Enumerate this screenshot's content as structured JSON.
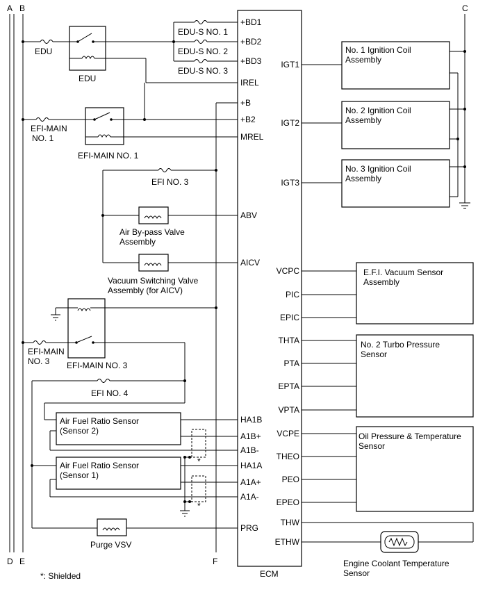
{
  "rails": {
    "a": "A",
    "b": "B",
    "c": "C",
    "d": "D",
    "e": "E",
    "f": "F"
  },
  "ecm": {
    "label": "ECM",
    "left_pins": [
      "+BD1",
      "+BD2",
      "+BD3",
      "IREL",
      "+B",
      "+B2",
      "MREL",
      "ABV",
      "AICV",
      "HA1B",
      "A1B+",
      "A1B-",
      "HA1A",
      "A1A+",
      "A1A-",
      "PRG"
    ],
    "right_pins": [
      "IGT1",
      "IGT2",
      "IGT3",
      "VCPC",
      "PIC",
      "EPIC",
      "THTA",
      "PTA",
      "EPTA",
      "VPTA",
      "VCPE",
      "THEO",
      "PEO",
      "EPEO",
      "THW",
      "ETHW"
    ]
  },
  "fuses": {
    "edu": "EDU",
    "efi_main_1": "EFI-MAIN\nNO. 1",
    "efi_main_3": "EFI-MAIN\nNO. 3",
    "efi_no_3": "EFI NO. 3",
    "efi_no_4": "EFI NO. 4",
    "edus_1": "EDU-S NO. 1",
    "edus_2": "EDU-S NO. 2",
    "edus_3": "EDU-S NO. 3"
  },
  "relays": {
    "edu": "EDU",
    "efi_main_1": "EFI-MAIN NO. 1",
    "efi_main_3": "EFI-MAIN NO. 3"
  },
  "components": {
    "air_bypass": "Air By-pass Valve\nAssembly",
    "vsv_aicv": "Vacuum Switching Valve\nAssembly (for AICV)",
    "afr_2": "Air Fuel Ratio Sensor\n(Sensor 2)",
    "afr_1": "Air Fuel Ratio Sensor\n(Sensor 1)",
    "purge_vsv": "Purge VSV",
    "coil_1": "No. 1 Ignition Coil\nAssembly",
    "coil_2": "No. 2 Ignition Coil\nAssembly",
    "coil_3": "No. 3 Ignition Coil\nAssembly",
    "vacuum_sensor": "E.F.I. Vacuum Sensor\nAssembly",
    "turbo_sensor": "No. 2 Turbo Pressure\nSensor",
    "oil_sensor": "Oil Pressure & Temperature\nSensor",
    "coolant_sensor": "Engine Coolant Temperature\nSensor"
  },
  "notes": {
    "shield_mark": "*",
    "shielded": "*: Shielded"
  }
}
